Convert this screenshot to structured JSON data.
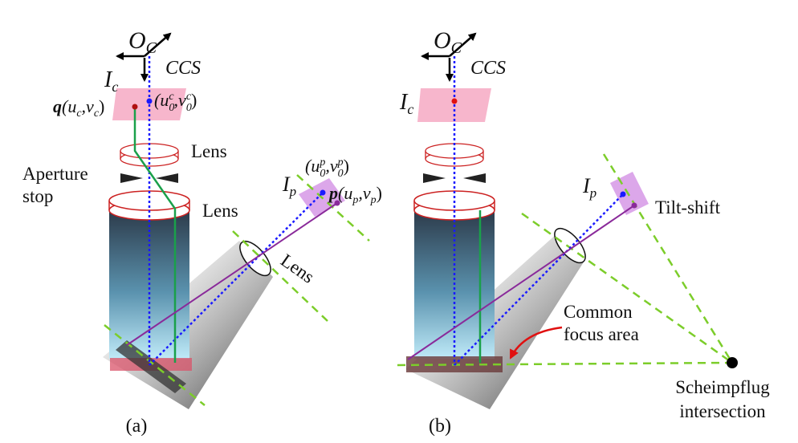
{
  "panels": [
    {
      "caption": "(a)",
      "frame_origin": "O",
      "frame_origin_sub": "C",
      "frame_name": "CCS",
      "camera_image": "I",
      "camera_image_sub": "c",
      "point_q_head": "q",
      "point_q_args": "(u",
      "point_q_sub1": "c",
      "point_q_mid": ",v",
      "point_q_sub2": "c",
      "point_q_tail": ")",
      "cam_principal_open": "(u",
      "cam_principal_sub1": "0",
      "cam_principal_sup1": "c",
      "cam_principal_mid": ",v",
      "cam_principal_sub2": "0",
      "cam_principal_sup2": "c",
      "cam_principal_close": ")",
      "lens_label_1": "Lens",
      "aperture_label_line1": "Aperture",
      "aperture_label_line2": "stop",
      "lens_label_2": "Lens",
      "lens_label_3": "Lens",
      "projector_image": "I",
      "projector_image_sub": "p",
      "proj_principal_open": "(u",
      "proj_principal_sub1": "0",
      "proj_principal_sup1": "p",
      "proj_principal_mid": ",v",
      "proj_principal_sub2": "0",
      "proj_principal_sup2": "p",
      "proj_principal_close": ")",
      "point_p_head": "p",
      "point_p_args": "(u",
      "point_p_sub1": "p",
      "point_p_mid": ",v",
      "point_p_sub2": "p",
      "point_p_tail": ")"
    },
    {
      "caption": "(b)",
      "frame_origin": "O",
      "frame_origin_sub": "C",
      "frame_name": "CCS",
      "camera_image": "I",
      "camera_image_sub": "c",
      "projector_image": "I",
      "projector_image_sub": "p",
      "tilt_label": "Tilt-shift",
      "focus_label_line1": "Common",
      "focus_label_line2": "focus area",
      "scheimpflug_line1": "Scheimpflug",
      "scheimpflug_line2": "intersection"
    }
  ],
  "colors": {
    "optical_axis": "#1a1aff",
    "camera_ray": "#1aa04a",
    "projector_ray": "#8a2a9a",
    "image_plane_camera": "#f7b6cc",
    "image_plane_projector": "#dca7ea",
    "lens_outline": "#cc2222",
    "plane_guide": "#7ccd2a",
    "scheimpflug_point": "#000000",
    "annotation_arrow": "#e01010"
  }
}
